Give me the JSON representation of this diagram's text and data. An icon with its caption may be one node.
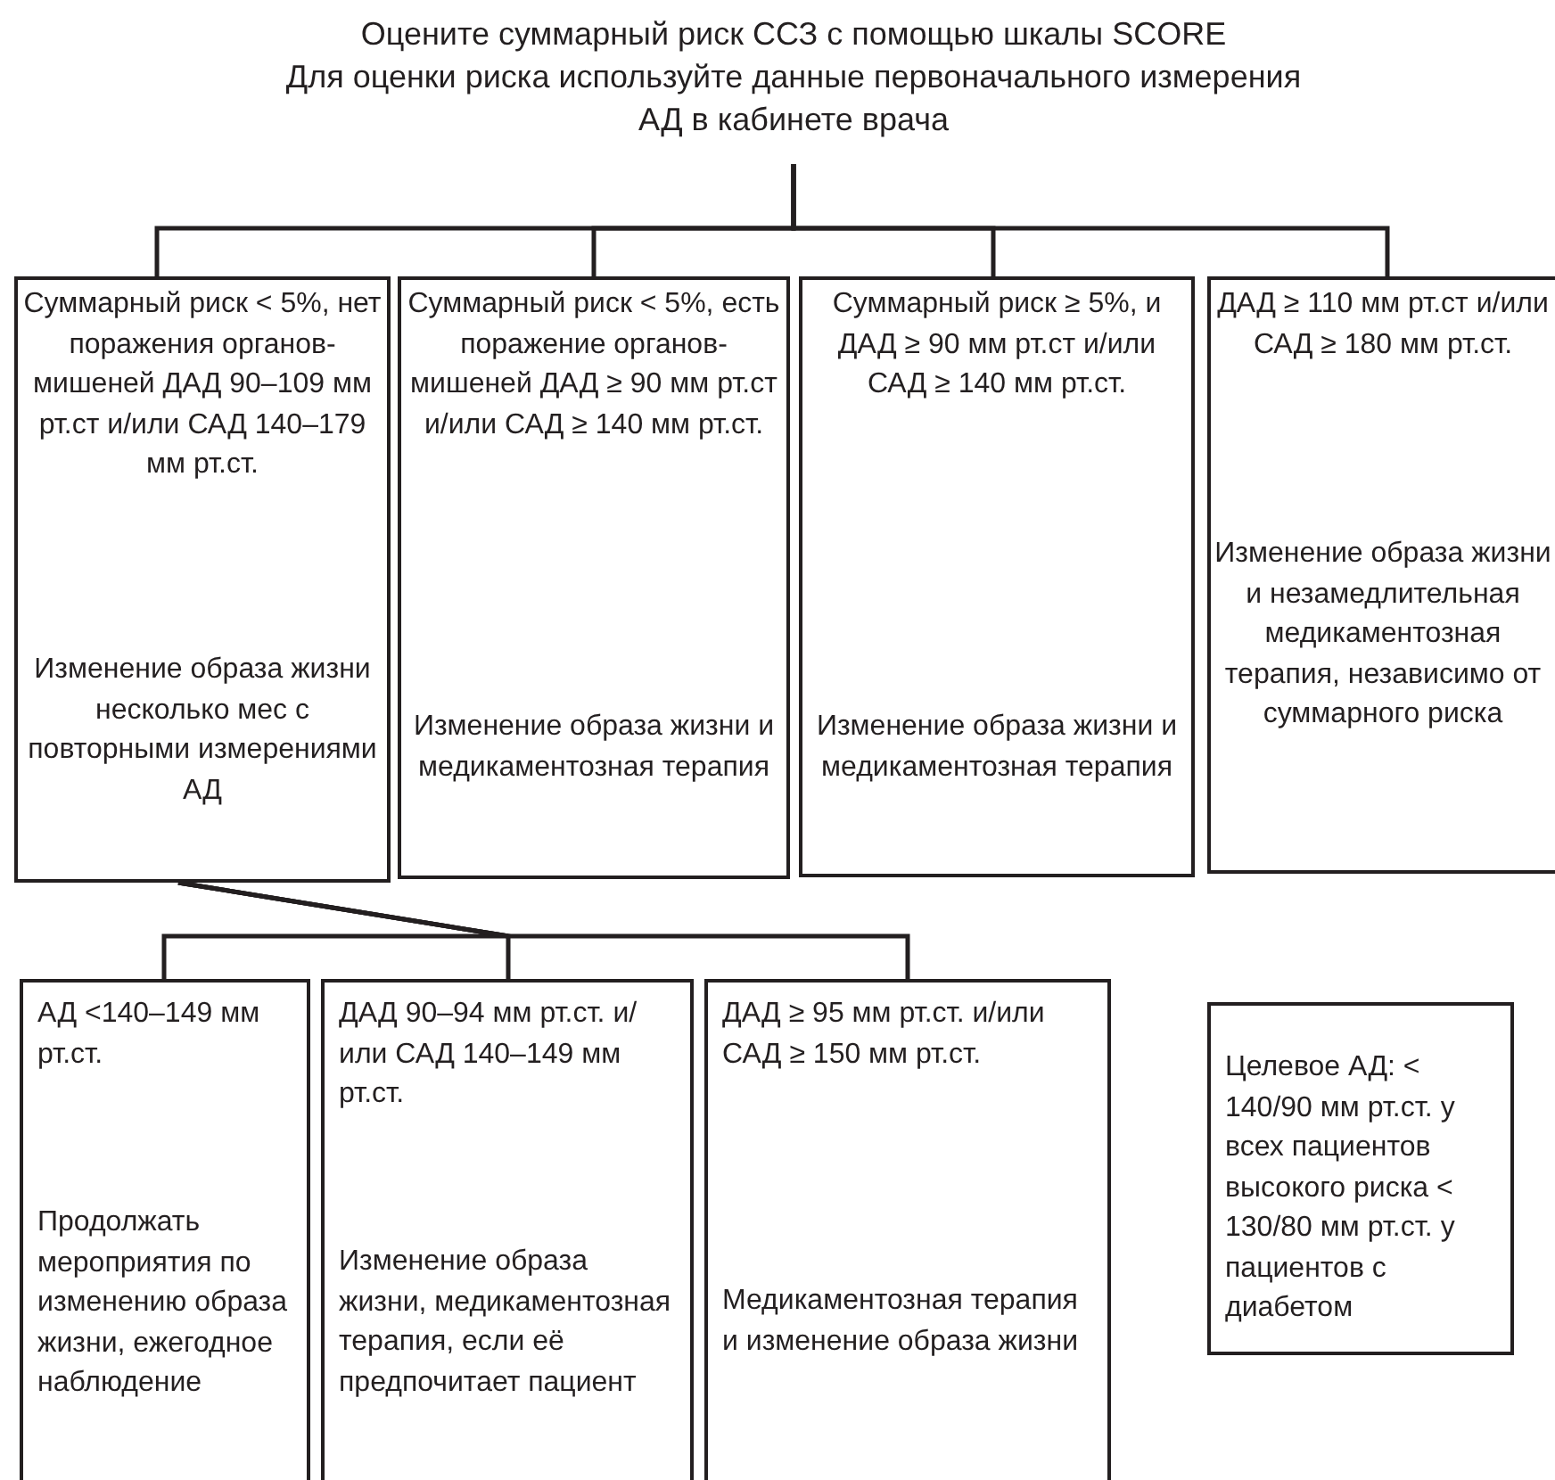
{
  "diagram": {
    "nodes": [
      {
        "text": [
          "Оцените суммарный риск ССЗ с помощью шкалы SCORE",
          "Для оценки риска используйте данные первоначального измерения АД в кабинете врача"
        ]
      },
      {
        "text": [
          "Суммарный риск < 5%, нет поражения органов-мишеней ДАД 90–109 мм рт.ст и/или САД 140–179 мм рт.ст.",
          "Изменение образа жизни несколько мес с повторными измерениями АД"
        ]
      },
      {
        "text": [
          "Суммарный риск < 5%, есть поражение органов-мишеней ДАД ≥ 90 мм рт.ст и/или САД ≥ 140 мм рт.ст.",
          "Изменение образа жизни и медикаментозная терапия"
        ]
      },
      {
        "text": [
          "Суммарный риск ≥ 5%, и ДАД ≥ 90 мм рт.ст и/или САД ≥ 140 мм рт.ст.",
          "Изменение образа жизни и медикаментозная терапия"
        ]
      },
      {
        "text": [
          "ДАД ≥ 110 мм рт.ст и/или САД ≥ 180 мм рт.ст.",
          "Изменение образа жизни и незамедлительная медикаментозная терапия, независимо от суммарного риска"
        ]
      },
      {
        "text": [
          "АД <140–149 мм рт.ст.",
          "Продолжать мероприятия по изменению образа жизни, ежегодное наблюдение"
        ]
      },
      {
        "text": [
          "ДАД 90–94 мм рт.ст. и/или САД 140–149 мм рт.ст.",
          "Изменение образа жизни, медикаментозная терапия, если её предпочитает пациент"
        ]
      },
      {
        "text": [
          "ДАД ≥ 95 мм рт.ст. и/или САД ≥ 150 мм рт.ст.",
          "Медикаментозная терапия и изменение образа жизни"
        ]
      },
      {
        "text": [
          "Целевое АД: < 140/90 мм рт.ст. у всех пациентов высокого риска < 130/80 мм рт.ст. у пациентов с диабетом"
        ]
      }
    ],
    "edges": [
      {
        "from": 0,
        "to": 1,
        "arrow": "none"
      },
      {
        "from": 0,
        "to": 2,
        "arrow": "none"
      },
      {
        "from": 0,
        "to": 3,
        "arrow": "none"
      },
      {
        "from": 0,
        "to": 4,
        "arrow": "none"
      },
      {
        "from": 1,
        "to": 5,
        "arrow": "none"
      },
      {
        "from": 1,
        "to": 6,
        "arrow": "none"
      },
      {
        "from": 1,
        "to": 7,
        "arrow": "none"
      }
    ]
  }
}
